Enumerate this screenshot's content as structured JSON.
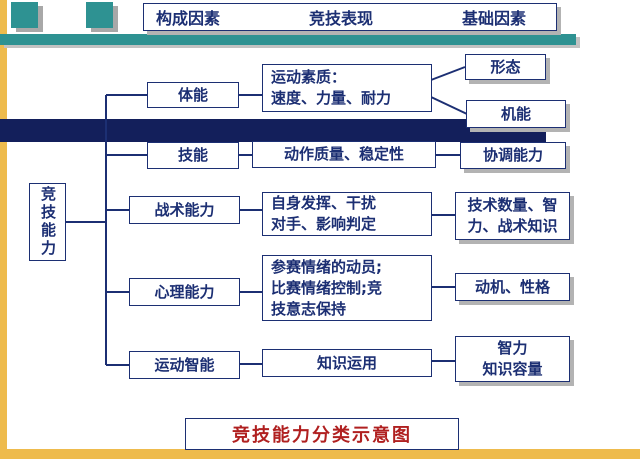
{
  "slide": {
    "caption": "竞技能力分类示意图"
  },
  "header": {
    "items": [
      {
        "label": "构成因素"
      },
      {
        "label": "竞技表现"
      },
      {
        "label": "基础因素"
      }
    ]
  },
  "tree": {
    "root": {
      "label": "竞技能力"
    },
    "branches": [
      {
        "component": "体能",
        "performance": "运动素质：\n速度、力量、耐力",
        "basics": [
          "形态",
          "机能"
        ]
      },
      {
        "component": "技能",
        "performance": "动作质量、稳定性",
        "basics": [
          "协调能力"
        ]
      },
      {
        "component": "战术能力",
        "performance": "自身发挥、干扰\n对手、影响判定",
        "basics": [
          "技术数量、智\n力、战术知识"
        ]
      },
      {
        "component": "心理能力",
        "performance": "参赛情绪的动员;\n比赛情绪控制;竞\n技意志保持",
        "basics": [
          "动机、性格"
        ]
      },
      {
        "component": "运动智能",
        "performance": "知识运用",
        "basics": [
          "智力\n知识容量"
        ]
      }
    ]
  },
  "colors": {
    "navy_border_text": "#1c2f73",
    "navy_bar": "#131f5b",
    "teal_accent": "#2e9292",
    "gold_strip": "#eebb4d",
    "caption_red": "#b02020",
    "shadow_gray": "#b3b3b3",
    "background": "#ffffff"
  }
}
